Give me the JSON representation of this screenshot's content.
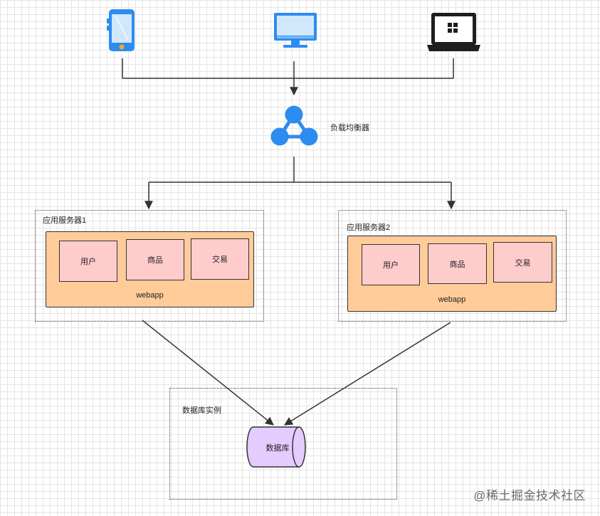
{
  "load_balancer": {
    "label": "负载均衡器",
    "icon": "share-network-icon"
  },
  "clients": [
    {
      "name": "mobile-phone-icon"
    },
    {
      "name": "desktop-monitor-icon"
    },
    {
      "name": "laptop-icon"
    }
  ],
  "server1": {
    "title": "应用服务器1",
    "webapp_label": "webapp",
    "modules": [
      "用户",
      "商品",
      "交易"
    ]
  },
  "server2": {
    "title": "应用服务器2",
    "webapp_label": "webapp",
    "modules": [
      "用户",
      "商品",
      "交易"
    ]
  },
  "database": {
    "title": "数据库实例",
    "label": "数据库"
  },
  "watermark": "@稀土掘金技术社区",
  "colors": {
    "device_blue": "#2d8cf0",
    "screen_blue": "#cfe8fc",
    "webapp_fill": "#ffcc99",
    "module_fill": "#ffcccc",
    "database_fill": "#e5ccff",
    "line": "#333333"
  }
}
